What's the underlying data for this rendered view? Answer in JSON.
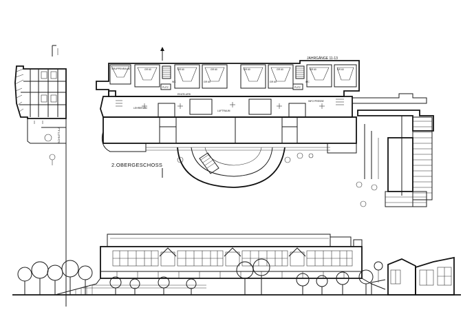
{
  "plan": {
    "floor_label": "2.OBERGESCHOSS",
    "wing_label": "JAHRGÄNGE 11-13",
    "room_labels": {
      "room_1": "GRUPPENRAUM",
      "room_2": "GR 60",
      "room_3": "GR 60",
      "room_4": "GR 60",
      "room_5": "GR 60",
      "room_6": "GR 60",
      "room_7": "GR 60",
      "room_8": "GR 60",
      "room_9": "GR 60",
      "room_10": "GR 60"
    },
    "corridor_labels": {
      "left": "EINZELARB",
      "center": "LUFTRAUM",
      "lower_left": "LEHRERZIM",
      "right": "INFO PRESSE"
    },
    "small_labels": {
      "putz_left": "PUTZ",
      "putz_right": "PUTZ",
      "wc_left": "WC",
      "wc_right": "WC"
    }
  },
  "section": {
    "label": "SCHNITT A-A"
  },
  "elevation": {}
}
